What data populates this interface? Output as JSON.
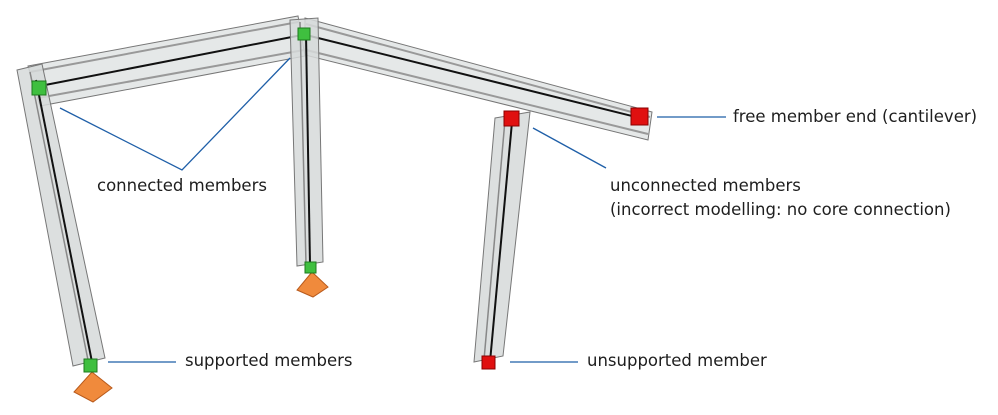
{
  "labels": {
    "connected": "connected members",
    "supported": "supported members",
    "unsupported": "unsupported member",
    "unconnected_line1": "unconnected members",
    "unconnected_line2": "(incorrect modelling: no core connection)",
    "free_end": "free member end (cantilever)"
  },
  "colors": {
    "leader": "#1f5fa8",
    "connected_node": "#3fbf3f",
    "problem_node": "#e01010",
    "support": "#f08a3c",
    "member_fill": "#d9dcdc",
    "member_edge": "#7a7a7a"
  }
}
